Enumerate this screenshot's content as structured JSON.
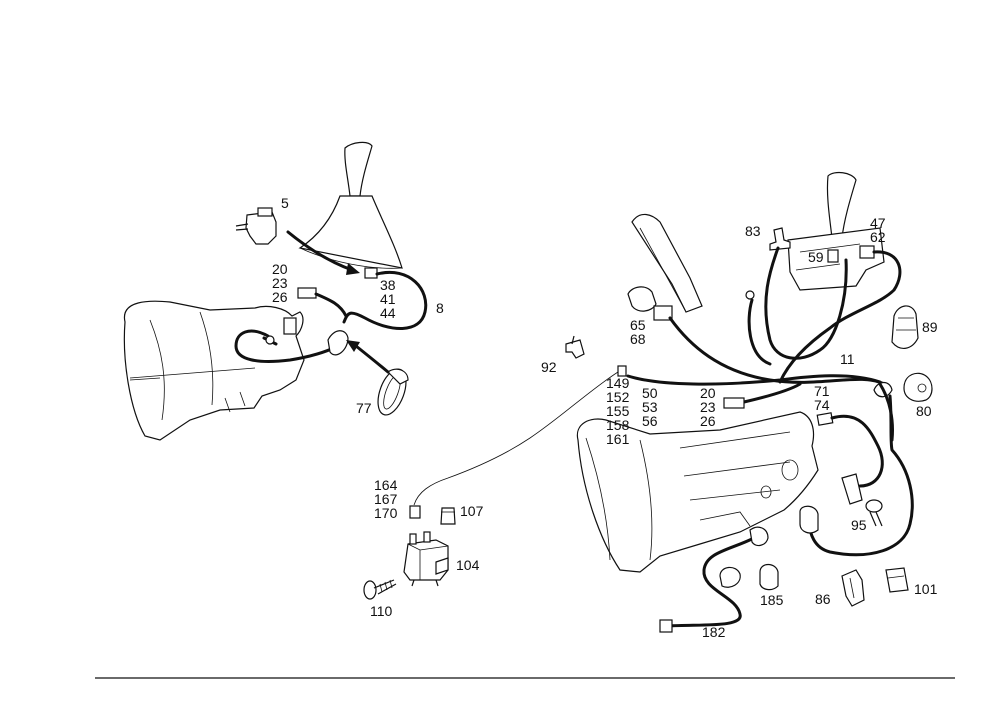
{
  "labels": {
    "l5": "5",
    "l20a": "20",
    "l23a": "23",
    "l26a": "26",
    "l38": "38",
    "l41": "41",
    "l44": "44",
    "l8": "8",
    "l77": "77",
    "l83": "83",
    "l47": "47",
    "l62": "62",
    "l59": "59",
    "l89": "89",
    "l65": "65",
    "l68": "68",
    "l92": "92",
    "l11": "11",
    "l149": "149",
    "l152": "152",
    "l155": "155",
    "l158": "158",
    "l161": "161",
    "l50": "50",
    "l53": "53",
    "l56": "56",
    "l20b": "20",
    "l23b": "23",
    "l26b": "26",
    "l71": "71",
    "l74": "74",
    "l80": "80",
    "l164": "164",
    "l167": "167",
    "l170": "170",
    "l107": "107",
    "l104": "104",
    "l110": "110",
    "l95": "95",
    "l185": "185",
    "l86": "86",
    "l101": "101",
    "l182": "182"
  }
}
